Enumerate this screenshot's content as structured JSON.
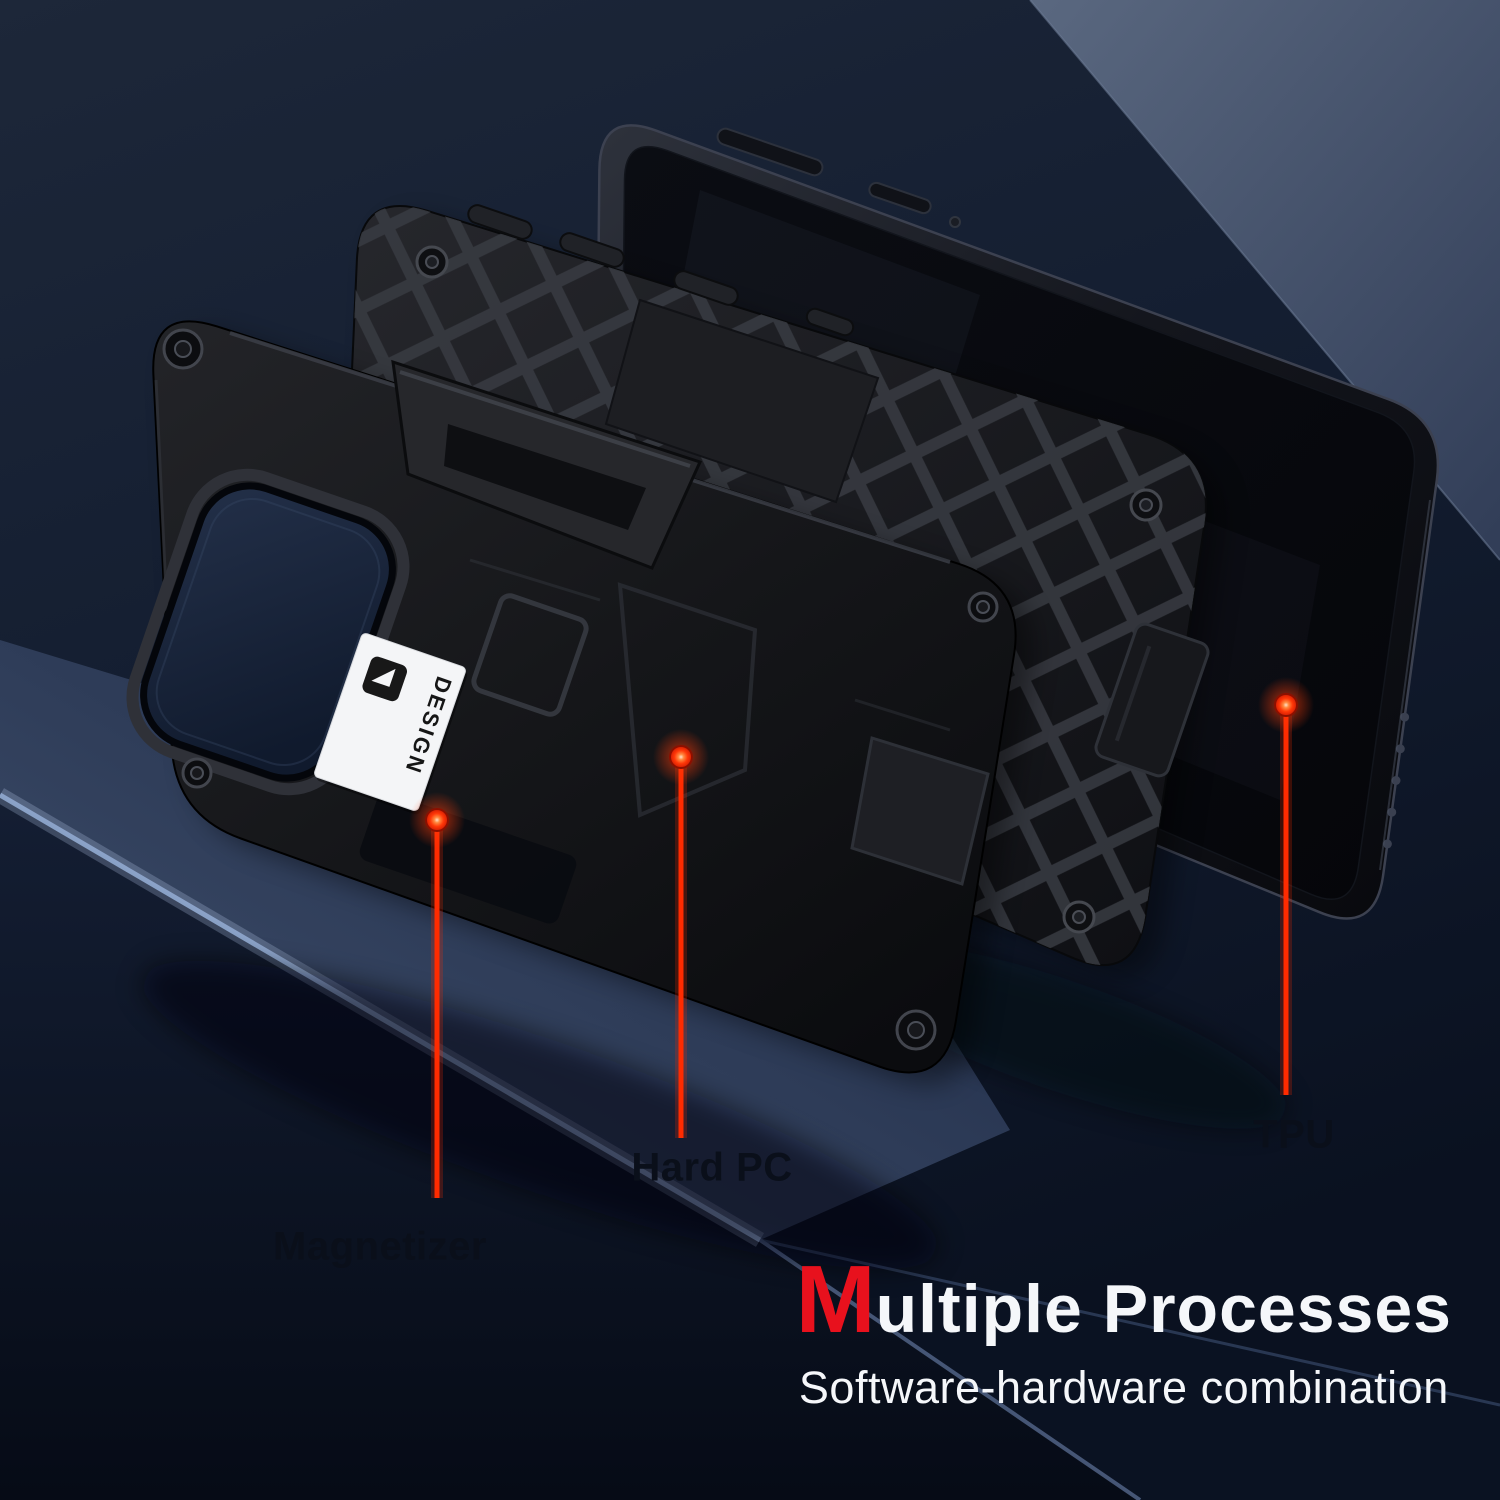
{
  "callouts": [
    {
      "id": "magnetizer",
      "label": "Magnetizer"
    },
    {
      "id": "hard-pc",
      "label": "Hard PC"
    },
    {
      "id": "tpu",
      "label": "TPU"
    }
  ],
  "title": {
    "lead": "M",
    "rest": "ultiple Processes",
    "subtitle": "Software-hardware combination"
  },
  "logo": {
    "text": "DESIGN"
  },
  "colors": {
    "accent_red": "#ff2b00",
    "title_red": "#e8111d",
    "title_white": "#f5f7fa",
    "label_dark": "#0a0f1a"
  }
}
